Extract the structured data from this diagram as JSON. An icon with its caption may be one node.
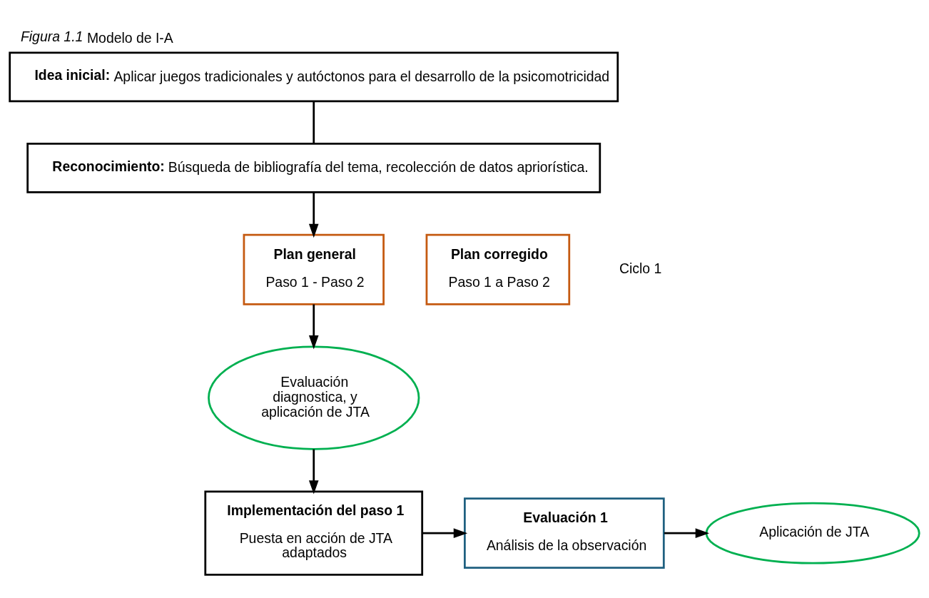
{
  "diagram": {
    "title": "*Figura 1.1* Modelo de I-A",
    "nodes": [
      {
        "text": [
          "**Idea inicial:** Aplicar juegos tradicionales y autóctonos para el desarrollo de la psicomotricidad"
        ]
      },
      {
        "text": [
          "**Reconocimiento:** Búsqueda de bibliografía del tema, recolección de datos apriorística."
        ]
      },
      {
        "text": [
          "Plan general",
          "Paso 1 - Paso 2"
        ]
      },
      {
        "text": [
          "Evaluación diagnostica, y aplicación de JTA"
        ]
      },
      {
        "text": [
          "Plan corregido",
          "Paso 1 a Paso 2"
        ]
      },
      {
        "text": [
          "Implementación del paso 1",
          "Puesta en acción de JTA adaptados"
        ]
      },
      {
        "text": [
          "Evaluación 1",
          "Análisis de la observación"
        ]
      },
      {
        "text": [
          "Aplicación de JTA"
        ]
      }
    ],
    "edges": [
      {
        "from": 0,
        "to": 1,
        "arrow": "none"
      },
      {
        "from": 1,
        "to": 2,
        "arrow": "to"
      },
      {
        "from": 2,
        "to": 3,
        "arrow": "to"
      },
      {
        "from": 3,
        "to": 5,
        "arrow": "to"
      },
      {
        "from": 5,
        "to": 6,
        "arrow": "to"
      },
      {
        "from": 6,
        "to": 7,
        "arrow": "to"
      }
    ],
    "labels": [
      "Ciclo 1"
    ]
  }
}
